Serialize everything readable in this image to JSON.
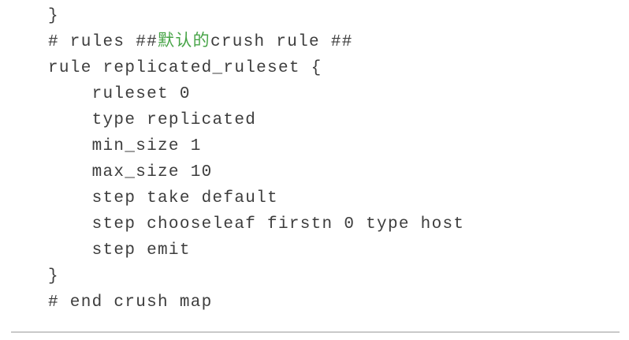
{
  "code_block": {
    "lines": [
      {
        "text": "}"
      },
      {
        "segments": [
          {
            "text": "# rules ##"
          },
          {
            "text": "默认的"
          },
          {
            "text": "crush rule ##"
          }
        ]
      },
      {
        "text": "rule replicated_ruleset {"
      },
      {
        "text": "    ruleset 0"
      },
      {
        "text": "    type replicated"
      },
      {
        "text": "    min_size 1"
      },
      {
        "text": "    max_size 10"
      },
      {
        "text": "    step take default"
      },
      {
        "text": "    step chooseleaf firstn 0 type host"
      },
      {
        "text": "    step emit"
      },
      {
        "text": "}"
      },
      {
        "text": "# end crush map"
      }
    ]
  },
  "colors": {
    "background": "#ffffff",
    "text": "#3d3d3d",
    "highlight": "#47a447",
    "divider": "#c9c9c9"
  }
}
